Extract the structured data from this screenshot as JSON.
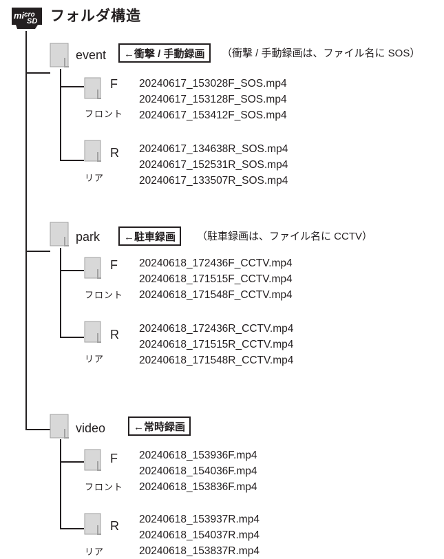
{
  "header": {
    "logo_text": "micro SD",
    "title": "フォルダ構造"
  },
  "folders": [
    {
      "name": "event",
      "tag": "←衝撃 / 手動録画",
      "note": "（衝撃 / 手動録画は、ファイル名に SOS）",
      "subs": [
        {
          "label": "F",
          "caption": "フロント",
          "files": [
            "20240617_153028F_SOS.mp4",
            "20240617_153128F_SOS.mp4",
            "20240617_153412F_SOS.mp4"
          ]
        },
        {
          "label": "R",
          "caption": "リア",
          "files": [
            "20240617_134638R_SOS.mp4",
            "20240617_152531R_SOS.mp4",
            "20240617_133507R_SOS.mp4"
          ]
        }
      ]
    },
    {
      "name": "park",
      "tag": "←駐車録画",
      "note": "（駐車録画は、ファイル名に CCTV）",
      "subs": [
        {
          "label": "F",
          "caption": "フロント",
          "files": [
            "20240618_172436F_CCTV.mp4",
            "20240618_171515F_CCTV.mp4",
            "20240618_171548F_CCTV.mp4"
          ]
        },
        {
          "label": "R",
          "caption": "リア",
          "files": [
            "20240618_172436R_CCTV.mp4",
            "20240618_171515R_CCTV.mp4",
            "20240618_171548R_CCTV.mp4"
          ]
        }
      ]
    },
    {
      "name": "video",
      "tag": "←常時録画",
      "note": "",
      "subs": [
        {
          "label": "F",
          "caption": "フロント",
          "files": [
            "20240618_153936F.mp4",
            "20240618_154036F.mp4",
            "20240618_153836F.mp4"
          ]
        },
        {
          "label": "R",
          "caption": "リア",
          "files": [
            "20240618_153937R.mp4",
            "20240618_154037R.mp4",
            "20240618_153837R.mp4"
          ]
        }
      ]
    }
  ],
  "colors": {
    "ink": "#231f20",
    "folder_fill": "#d8d8d8",
    "folder_stroke": "#a0a0a0"
  }
}
